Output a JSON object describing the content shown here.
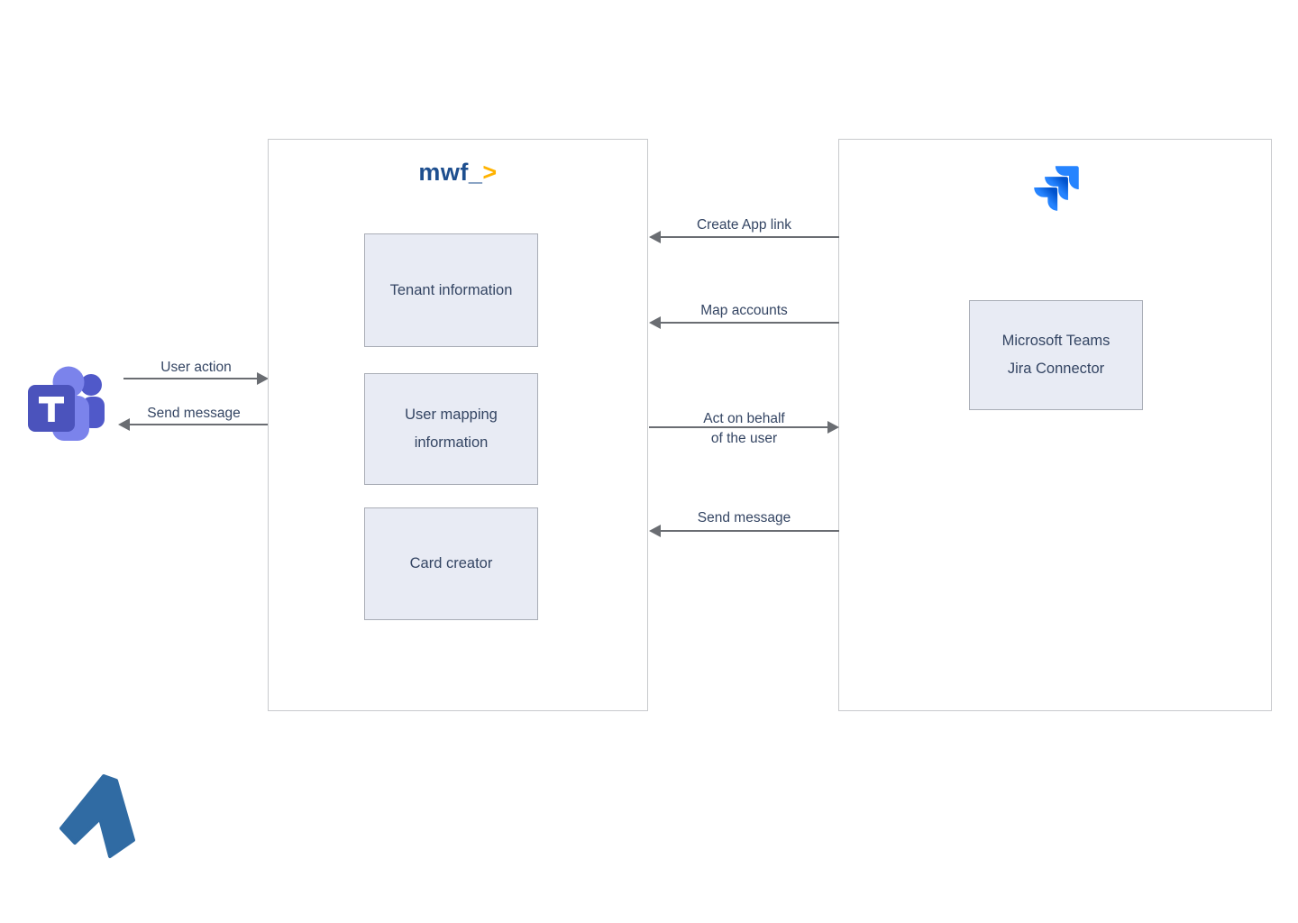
{
  "diagram": {
    "type": "integration-architecture",
    "actors": {
      "teams_icon": "microsoft-teams-logo",
      "jira_icon": "jira-logo",
      "mwf_mark_icon": "mwf-arrow-brand-mark"
    },
    "mwf_panel": {
      "logo_text": "mwf_",
      "logo_accent": ">",
      "tenant_box": "Tenant information",
      "mapping_box_line1": "User mapping",
      "mapping_box_line2": "information",
      "card_box": "Card creator"
    },
    "jira_panel": {
      "connector_line1": "Microsoft Teams",
      "connector_line2": "Jira Connector"
    },
    "flows": {
      "user_action": {
        "label": "User action",
        "direction": "right"
      },
      "send_message_left": {
        "label": "Send message",
        "direction": "left"
      },
      "create_app_link": {
        "label": "Create App link",
        "direction": "left"
      },
      "map_accounts": {
        "label": "Map accounts",
        "direction": "left"
      },
      "act_on_behalf": {
        "line1": "Act on behalf",
        "line2": "of the user",
        "direction": "right"
      },
      "send_message_right": {
        "label": "Send message",
        "direction": "left"
      }
    },
    "colors": {
      "text": "#344563",
      "arrow": "#6a6d72",
      "panel_border": "#c8cacd",
      "inner_box_fill": "#e8ebf4",
      "inner_box_border": "#a9adb6",
      "mwf_navy": "#1e4f8f",
      "mwf_yellow": "#ffb300",
      "jira_blue": "#2684ff",
      "jira_blue_dark": "#0052cc",
      "teams_purple_light": "#7b83eb",
      "teams_purple_mid": "#5059c9",
      "teams_purple_dark": "#4b53bc",
      "brand_mark_blue": "#306ba3"
    }
  }
}
